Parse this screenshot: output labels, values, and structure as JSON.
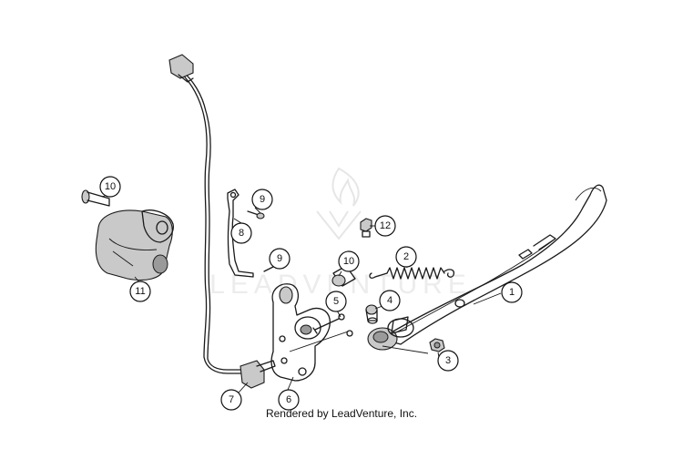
{
  "watermark": {
    "text": "LEADVENTURE"
  },
  "credit": "Rendered by LeadVenture, Inc.",
  "callouts": [
    {
      "label": "1"
    },
    {
      "label": "2"
    },
    {
      "label": "3"
    },
    {
      "label": "4"
    },
    {
      "label": "5"
    },
    {
      "label": "6"
    },
    {
      "label": "7"
    },
    {
      "label": "8"
    },
    {
      "label": "9"
    },
    {
      "label": "9"
    },
    {
      "label": "10"
    },
    {
      "label": "10"
    },
    {
      "label": "11"
    },
    {
      "label": "12"
    }
  ]
}
